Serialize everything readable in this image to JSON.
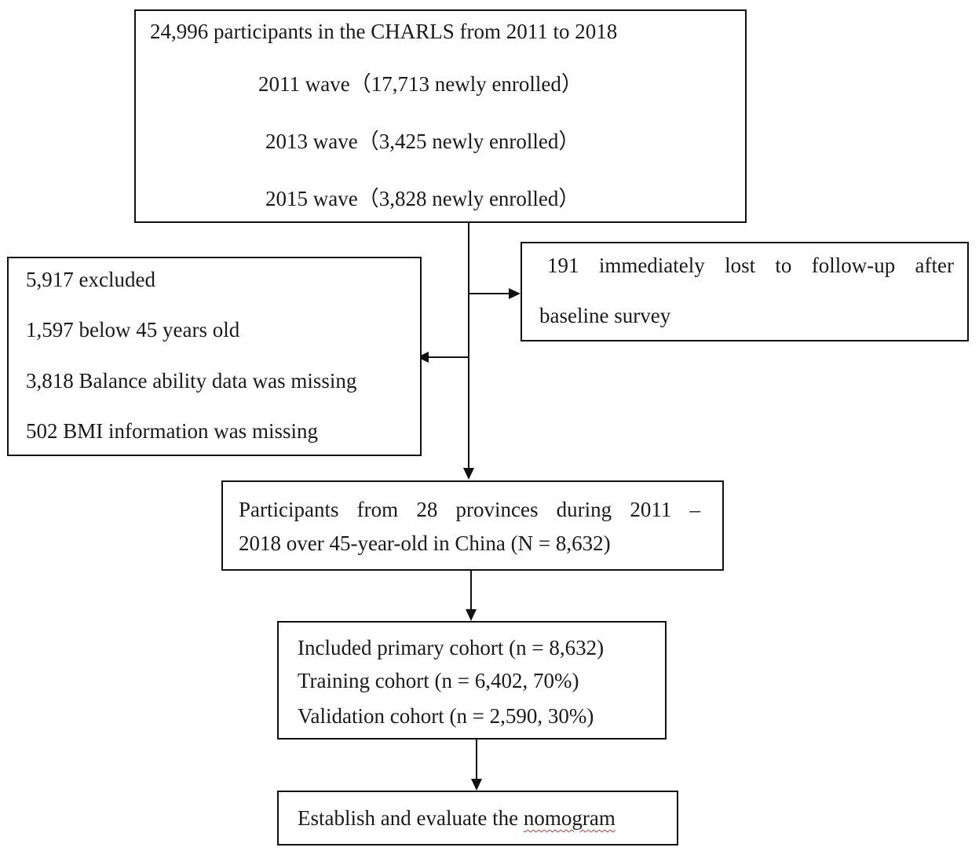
{
  "top_box": {
    "title": "24,996 participants in the CHARLS from 2011 to 2018",
    "wave_2011": "2011 wave（17,713 newly enrolled）",
    "wave_2013": "2013 wave（3,425 newly enrolled）",
    "wave_2015": "2015 wave（3,828 newly enrolled）"
  },
  "lost_box": {
    "line1": "191 immediately lost to follow-up after",
    "line2": "baseline survey"
  },
  "excluded_box": {
    "total": "5,917 excluded",
    "age": "1,597 below 45 years old",
    "balance": "3,818 Balance ability data was missing",
    "bmi": "502 BMI information was missing"
  },
  "participants_box": {
    "line1": "Participants from 28 provinces during 2011 –",
    "line2": "2018 over 45-year-old in China (N = 8,632)"
  },
  "cohort_box": {
    "primary": "Included primary cohort (n = 8,632)",
    "training": "Training cohort (n = 6,402, 70%)",
    "validation": "Validation cohort (n = 2,590, 30%)"
  },
  "final_box": {
    "prefix": "Establish and evaluate the ",
    "word": "nomogram"
  }
}
